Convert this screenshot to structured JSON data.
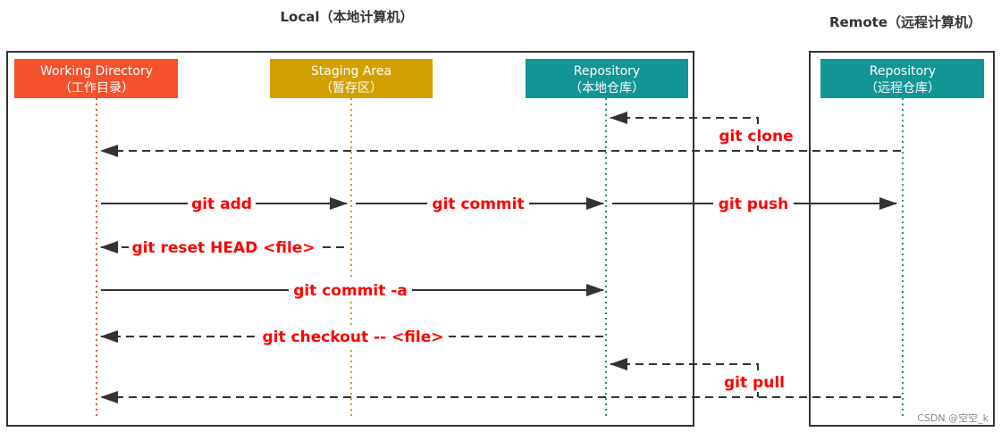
{
  "regions": {
    "local": {
      "title": "Local（本地计算机）"
    },
    "remote": {
      "title": "Remote（远程计算机）"
    }
  },
  "boxes": [
    {
      "id": "working",
      "title": "Working Directory",
      "subtitle": "（工作目录）",
      "color": "#f4512c",
      "lane_color": "#f4512c"
    },
    {
      "id": "staging",
      "title": "Staging Area",
      "subtitle": "（暂存区）",
      "color": "#d2a000",
      "lane_color": "#d2a000"
    },
    {
      "id": "local_repo",
      "title": "Repository",
      "subtitle": "（本地仓库）",
      "color": "#139596",
      "lane_color": "#139596"
    },
    {
      "id": "remote_repo",
      "title": "Repository",
      "subtitle": "（远程仓库）",
      "color": "#139596",
      "lane_color": "#139596"
    }
  ],
  "flows": [
    {
      "label": "git clone",
      "from": "remote_repo",
      "to": [
        "local_repo",
        "working"
      ],
      "style": "dashed"
    },
    {
      "label": "git add",
      "from": "working",
      "to": "staging",
      "style": "solid"
    },
    {
      "label": "git commit",
      "from": "staging",
      "to": "local_repo",
      "style": "solid"
    },
    {
      "label": "git push",
      "from": "local_repo",
      "to": "remote_repo",
      "style": "solid"
    },
    {
      "label": "git reset HEAD <file>",
      "from": "staging",
      "to": "working",
      "style": "dashed"
    },
    {
      "label": "git commit -a",
      "from": "working",
      "to": "local_repo",
      "style": "solid"
    },
    {
      "label": "git checkout -- <file>",
      "from": "local_repo",
      "to": "working",
      "style": "dashed"
    },
    {
      "label": "git pull",
      "from": "remote_repo",
      "to": [
        "local_repo",
        "working"
      ],
      "style": "dashed"
    }
  ],
  "watermark": "CSDN @空空_k",
  "colors": {
    "label": "#ff0000",
    "arrow": "#333333",
    "frame": "#333333"
  }
}
